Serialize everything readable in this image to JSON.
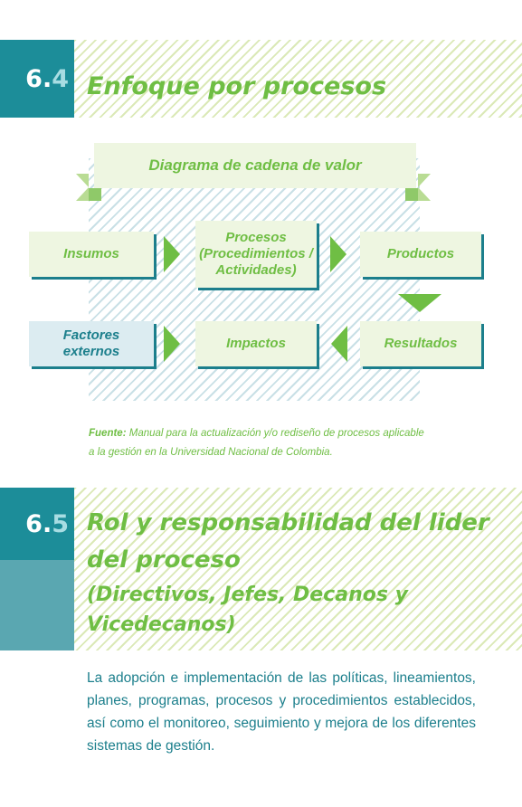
{
  "section_64": {
    "number_main": "6.",
    "number_sub": "4",
    "title": "Enfoque por procesos"
  },
  "diagram": {
    "banner": "Diagrama de cadena de valor",
    "boxes": {
      "insumos": "Insumos",
      "procesos": "Procesos (Procedimientos / Actividades)",
      "productos": "Productos",
      "factores": "Factores externos",
      "impactos": "Impactos",
      "resultados": "Resultados"
    },
    "source_label": "Fuente:",
    "source_text": "Manual para la actualización y/o rediseño de procesos aplicable",
    "source_text_2": "a la gestión en la Universidad Nacional de Colombia."
  },
  "section_65": {
    "number_main": "6.",
    "number_sub": "5",
    "title_line1": "Rol y responsabilidad del lider",
    "title_line2": "del proceso",
    "subtitle_line1": "(Directivos, Jefes, Decanos y",
    "subtitle_line2": "Vicedecanos)",
    "paragraph": "La adopción e implementación de las políticas, lineamientos, planes, programas, procesos y procedimientos establecidos, así como el monitoreo, seguimiento y mejora de los diferentes sistemas de gestión."
  },
  "colors": {
    "teal": "#1c8d99",
    "green": "#6fbe44",
    "stripe_green": "#dbe9b7"
  }
}
